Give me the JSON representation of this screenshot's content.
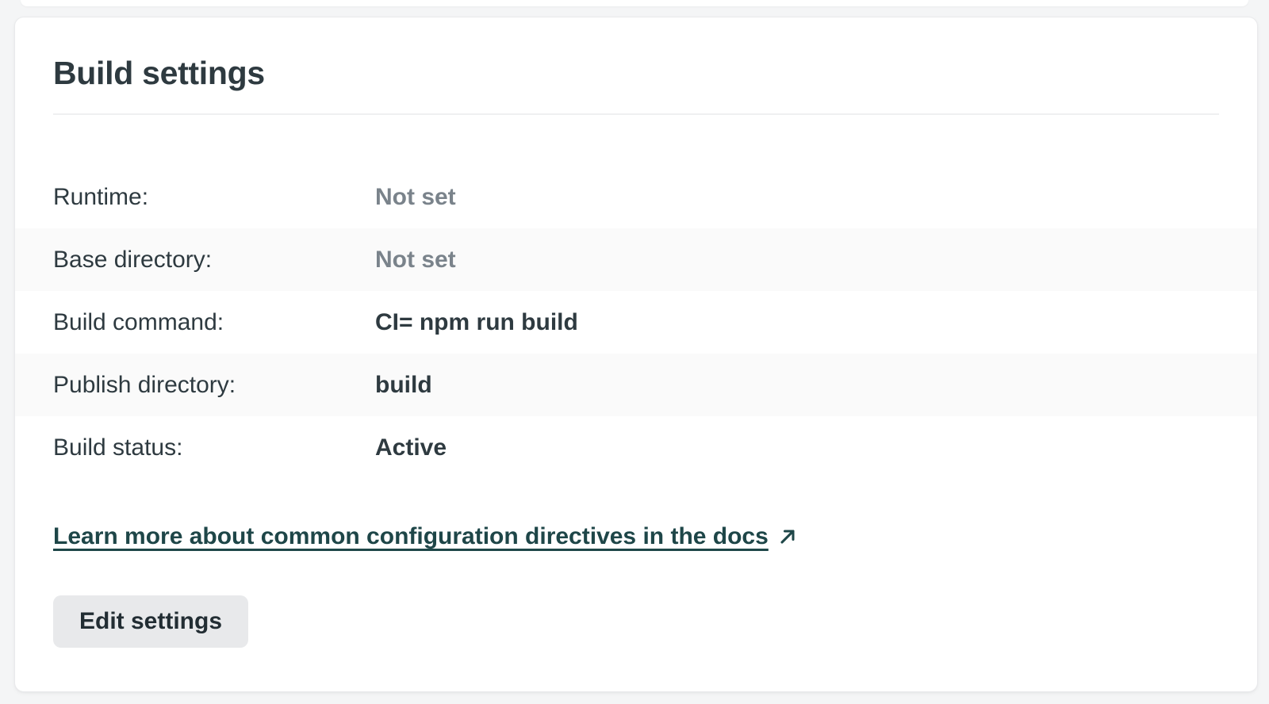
{
  "card": {
    "title": "Build settings",
    "rows": [
      {
        "label": "Runtime:",
        "value": "Not set",
        "state": "unset"
      },
      {
        "label": "Base directory:",
        "value": "Not set",
        "state": "unset"
      },
      {
        "label": "Build command:",
        "value": "CI= npm run build",
        "state": "set"
      },
      {
        "label": "Publish directory:",
        "value": "build",
        "state": "set"
      },
      {
        "label": "Build status:",
        "value": "Active",
        "state": "set"
      }
    ],
    "link": {
      "label": "Learn more about common configuration directives in the docs",
      "icon": "arrow-up-right-icon"
    },
    "button": {
      "label": "Edit settings"
    }
  },
  "colors": {
    "page_background": "#f4f5f6",
    "card_background": "#ffffff",
    "stripe": "#fafafa",
    "text": "#2e3a40",
    "muted_value": "#7a838b",
    "link": "#1e4648",
    "button_background": "#e8e9eb"
  }
}
